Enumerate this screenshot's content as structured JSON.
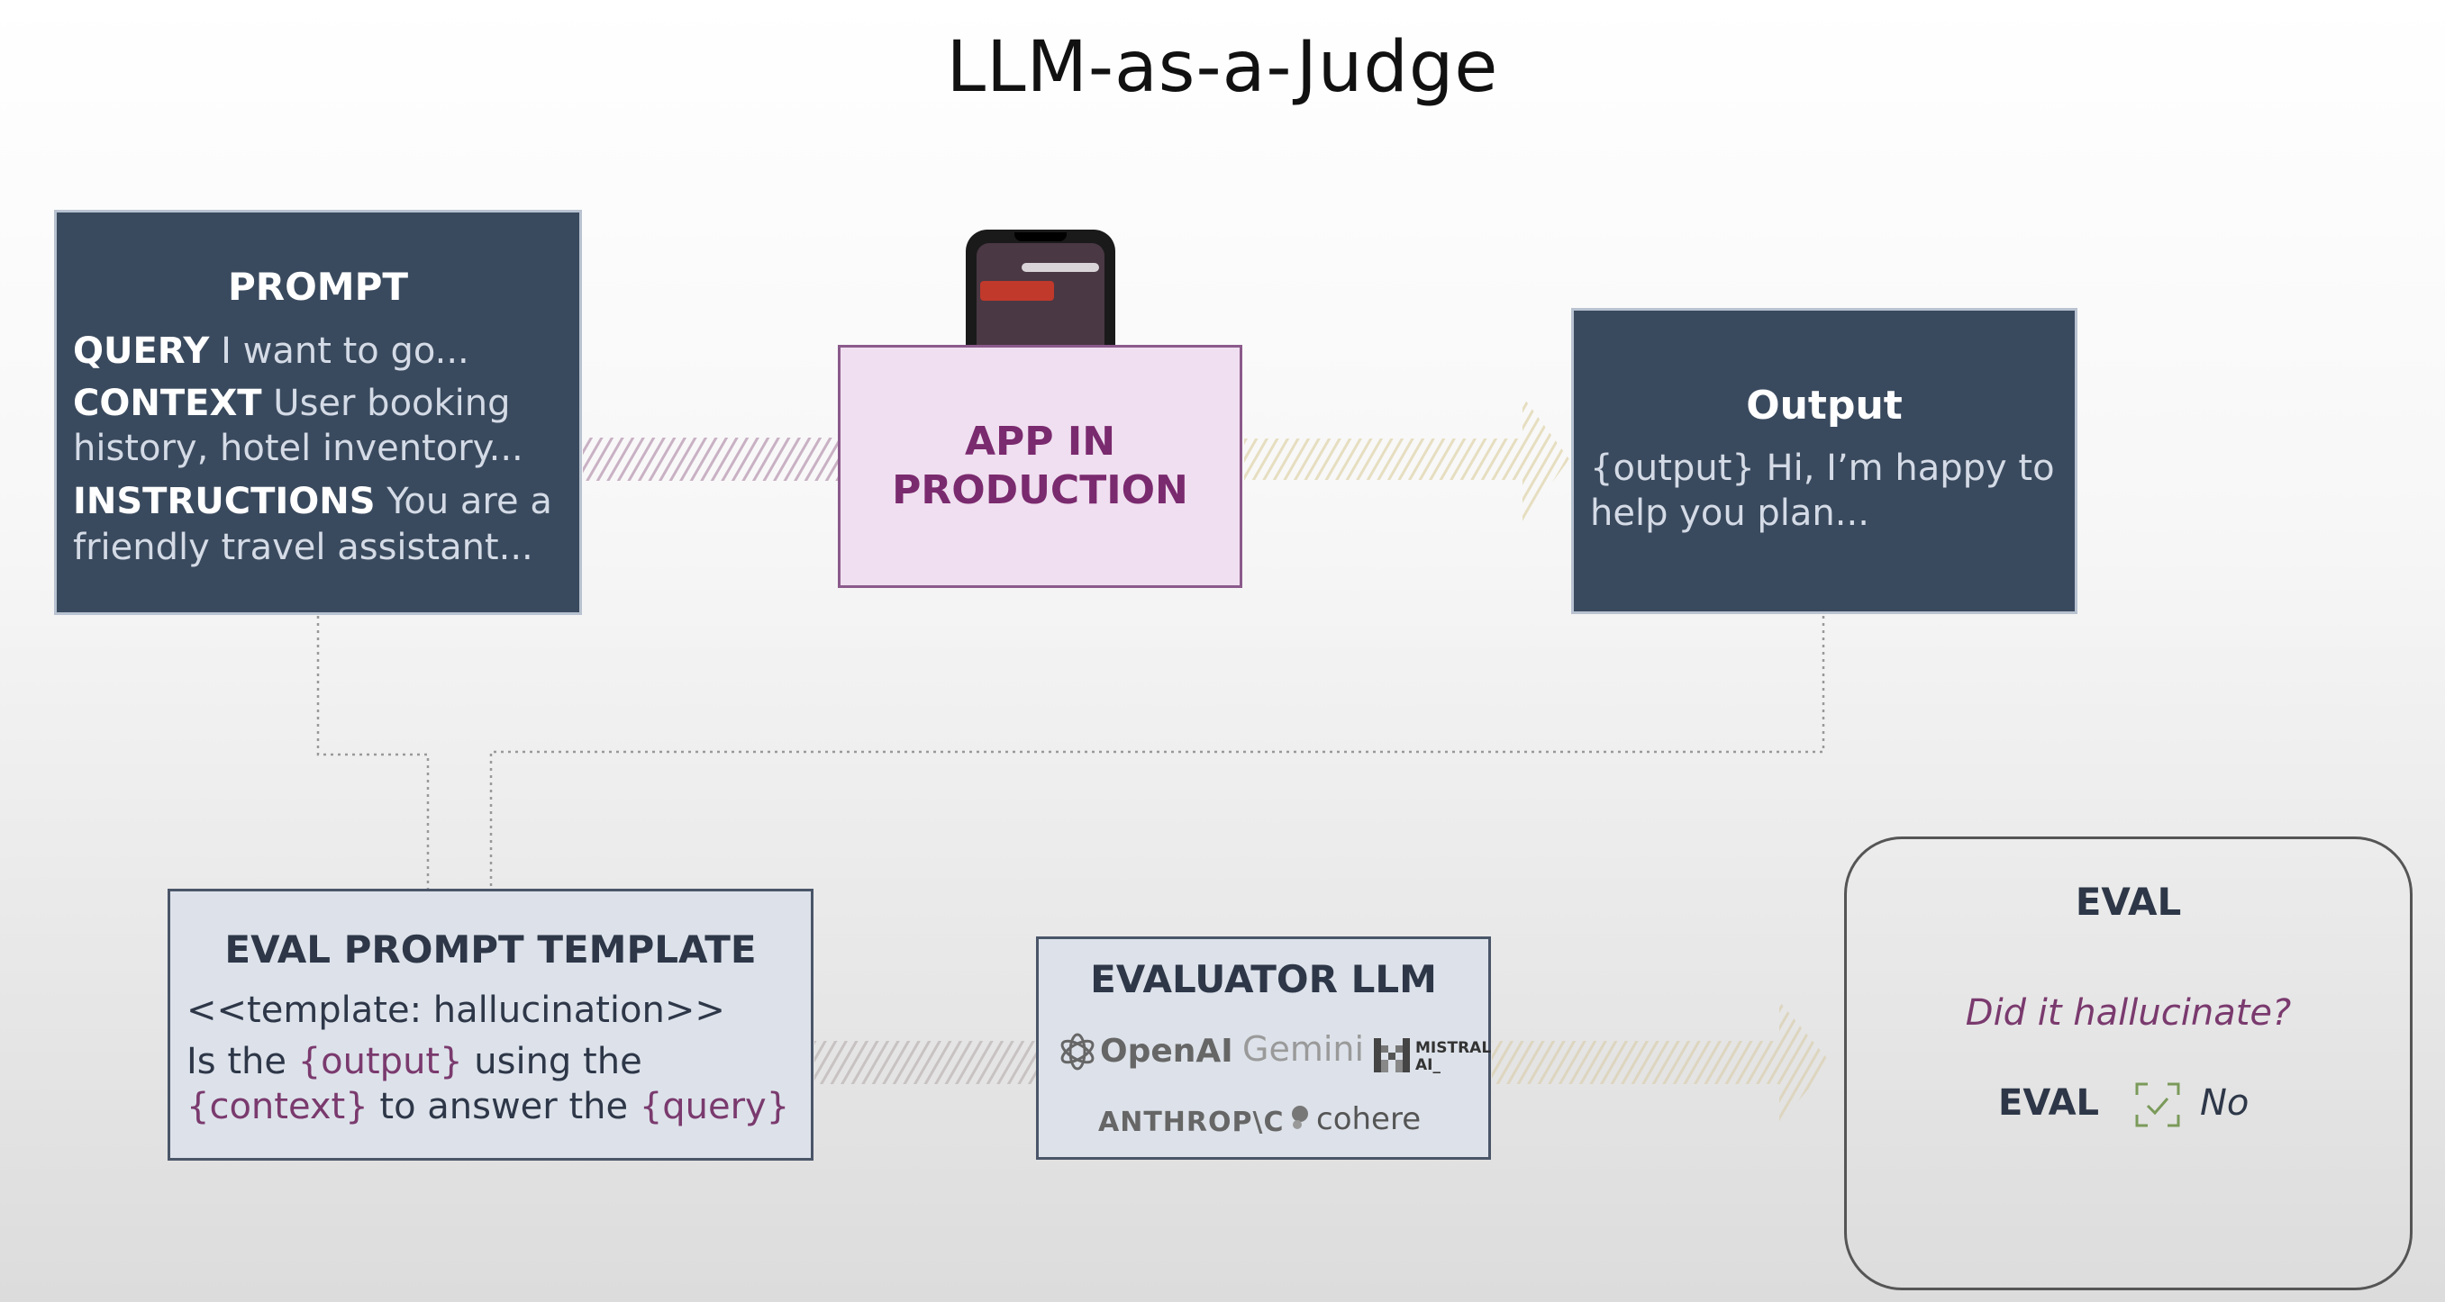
{
  "title": "LLM-as-a-Judge",
  "prompt": {
    "header": "PROMPT",
    "query_label": "QUERY",
    "query_text": " I want to go...",
    "context_label": "CONTEXT",
    "context_text": " User booking",
    "context_text2": "history, hotel inventory...",
    "instructions_label": "INSTRUCTIONS",
    "instructions_text": " You are a",
    "instructions_text2": "friendly  travel assistant..."
  },
  "app": {
    "line1": "APP IN",
    "line2": "PRODUCTION"
  },
  "output": {
    "header": "Output",
    "line1": "{output} Hi, I’m happy to",
    "line2": "help you plan..."
  },
  "template": {
    "header": "EVAL PROMPT TEMPLATE",
    "line1": "<<template: hallucination>>",
    "line2_a": "Is the ",
    "line2_b": "{output}",
    "line2_c": " using the",
    "line3_a": "{context}",
    "line3_b": " to answer the ",
    "line3_c": "{query}"
  },
  "evaluator": {
    "header": "EVALUATOR LLM",
    "logos": {
      "openai": "OpenAI",
      "gemini": "Gemini",
      "mistral": "MISTRAL AI_",
      "anthropic": "ANTHROP\\C",
      "cohere": "cohere"
    }
  },
  "eval": {
    "header": "EVAL",
    "question": "Did it hallucinate?",
    "label": "EVAL",
    "answer": "No"
  },
  "colors": {
    "dark_box": "#3a4a5e",
    "app_box": "#f0dff0",
    "accent_purple": "#7a3a6e",
    "light_box": "#dde2ea"
  }
}
